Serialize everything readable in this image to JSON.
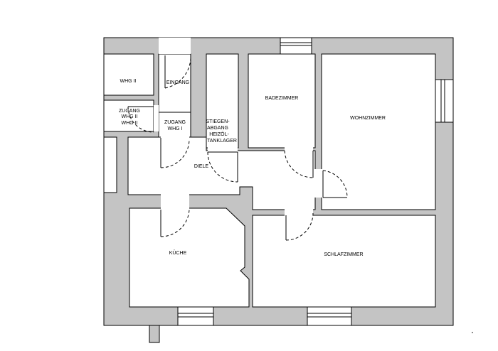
{
  "rooms": {
    "whg2": "WHG II",
    "eingang": "EINGANG",
    "zugang_whg2": [
      "ZUGANG",
      "WHG II",
      "WHG II"
    ],
    "zugang_whg1": [
      "ZUGANG",
      "WHG I"
    ],
    "stiegenabgang": [
      "STIEGEN-",
      "ABGANG",
      "HEIZÖL-",
      "TANKLAGER"
    ],
    "badezimmer": "BADEZIMMER",
    "wohnzimmer": "WOHNZIMMER",
    "diele": "DIELE",
    "kueche": "KÜCHE",
    "schlafzimmer": "SCHLAFZIMMER"
  },
  "colors": {
    "wall": "#c4c4c4",
    "room": "#ffffff",
    "line": "#000000"
  }
}
